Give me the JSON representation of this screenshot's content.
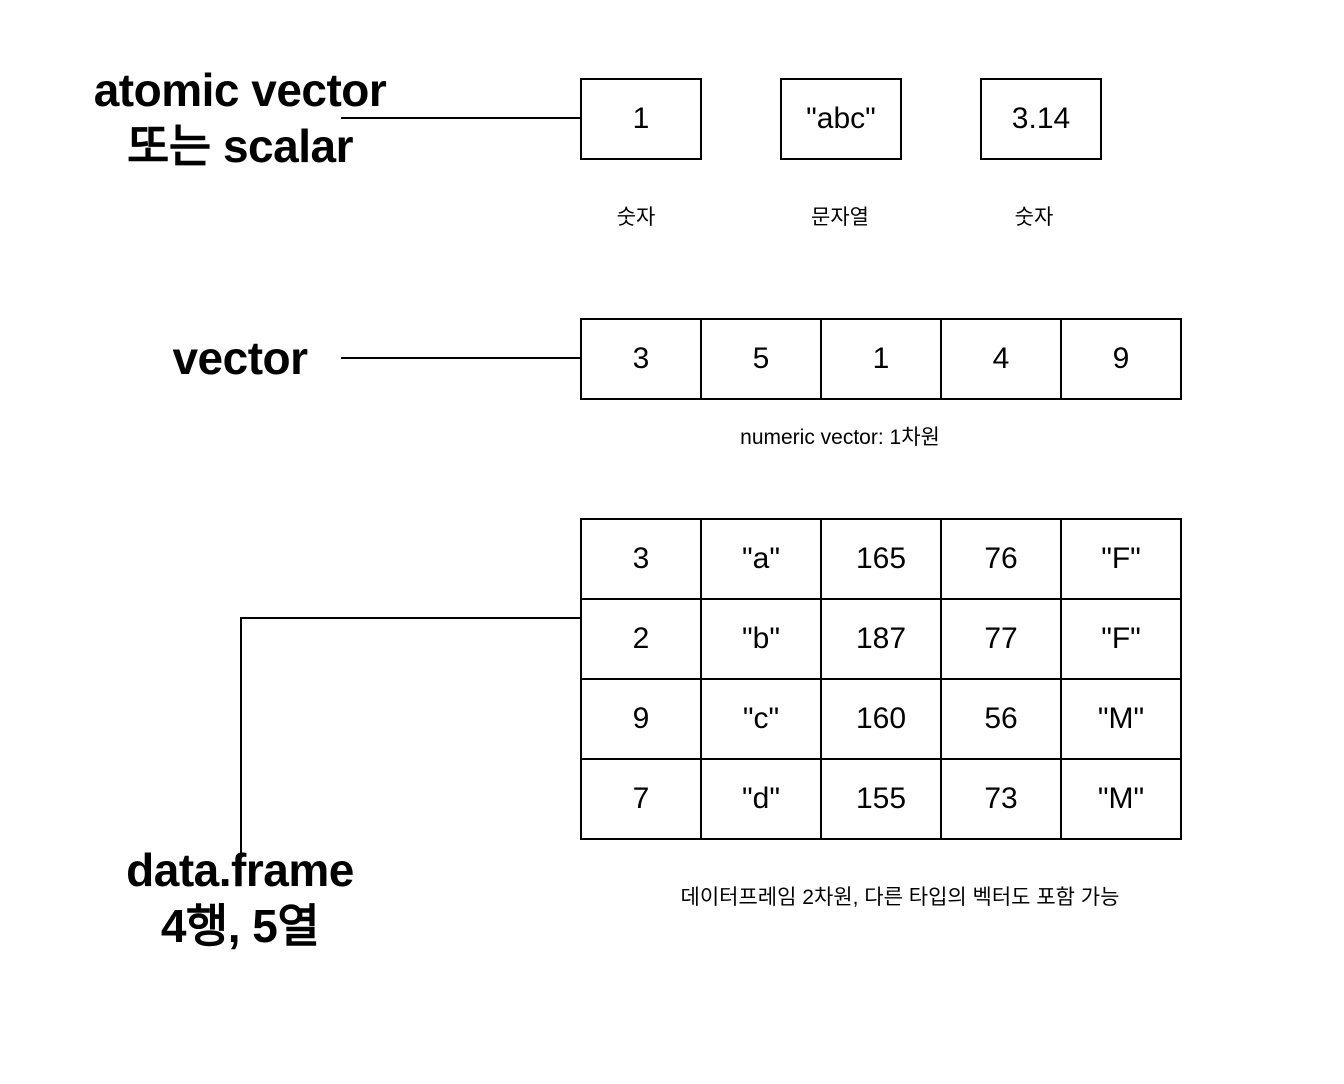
{
  "atomic": {
    "label_line1": "atomic vector",
    "label_line2": "또는 scalar",
    "scalars": [
      {
        "value": "1",
        "caption": "숫자"
      },
      {
        "value": "\"abc\"",
        "caption": "문자열"
      },
      {
        "value": "3.14",
        "caption": "숫자"
      }
    ]
  },
  "vector": {
    "label": "vector",
    "values": [
      "3",
      "5",
      "1",
      "4",
      "9"
    ],
    "caption": "numeric vector: 1차원"
  },
  "dataframe": {
    "label_line1": "data.frame",
    "label_line2": "4행, 5열",
    "rows": [
      [
        "3",
        "\"a\"",
        "165",
        "76",
        "\"F\""
      ],
      [
        "2",
        "\"b\"",
        "187",
        "77",
        "\"F\""
      ],
      [
        "9",
        "\"c\"",
        "160",
        "56",
        "\"M\""
      ],
      [
        "7",
        "\"d\"",
        "155",
        "73",
        "\"M\""
      ]
    ],
    "caption": "데이터프레임 2차원, 다른 타입의 벡터도 포함 가능"
  }
}
